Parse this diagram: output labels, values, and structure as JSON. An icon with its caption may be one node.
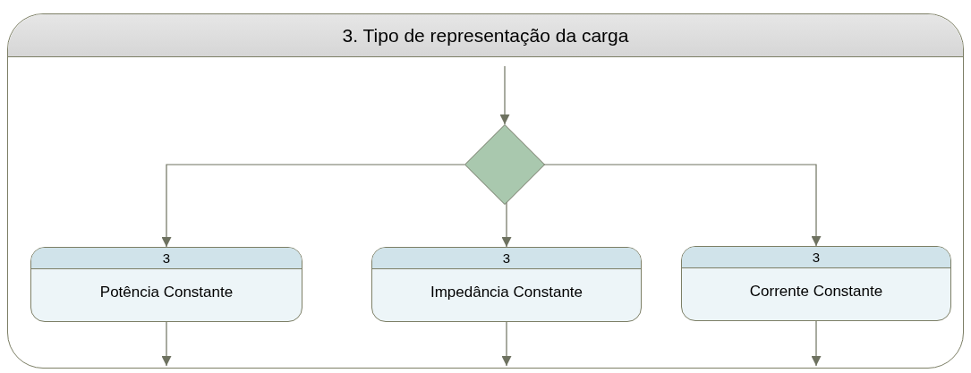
{
  "diagram": {
    "nodes": [
      {
        "text": [
          "3. Tipo de representação da carga"
        ]
      },
      {
        "text": [],
        "shape": "diamond",
        "in": 0
      },
      {
        "text": [
          "3",
          "Potência Constante"
        ],
        "in": 0
      },
      {
        "text": [
          "3",
          "Impedância Constante"
        ],
        "in": 0
      },
      {
        "text": [
          "3",
          "Corrente Constante"
        ],
        "in": 0
      }
    ],
    "edges": [
      {
        "from": null,
        "to": 1,
        "arrow": "to"
      },
      {
        "from": 1,
        "to": 2,
        "arrow": "to"
      },
      {
        "from": 1,
        "to": 3,
        "arrow": "to"
      },
      {
        "from": 1,
        "to": 4,
        "arrow": "to"
      },
      {
        "from": 2,
        "to": null,
        "arrow": "to"
      },
      {
        "from": 3,
        "to": null,
        "arrow": "to"
      },
      {
        "from": 4,
        "to": null,
        "arrow": "to"
      }
    ]
  }
}
